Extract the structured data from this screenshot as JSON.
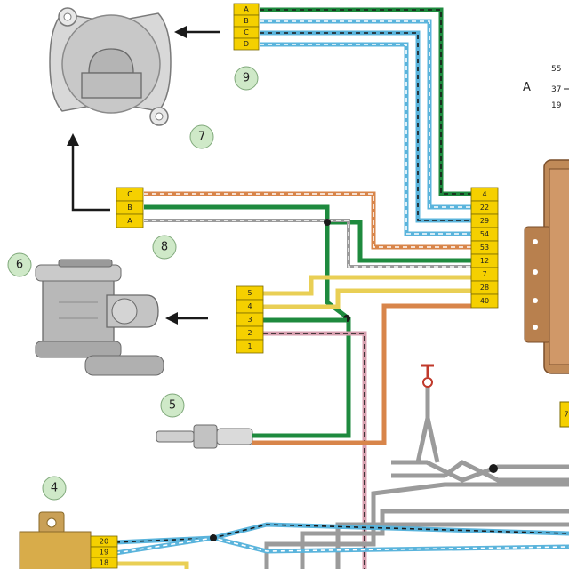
{
  "colors": {
    "connector": "#f5d000",
    "bubble": "#cfe9c8",
    "green": "#1e8a3e",
    "blue": "#5ab4dc",
    "orange": "#d8854a",
    "yellow_wire": "#e9cf55",
    "grey": "#9b9b9b",
    "black": "#1a1a1a",
    "ecu": "#b07a4a"
  },
  "callouts": {
    "c4": "4",
    "c5": "5",
    "c6": "6",
    "c7": "7",
    "c8": "8",
    "c9": "9"
  },
  "connector_9": {
    "pins": [
      "A",
      "B",
      "C",
      "D"
    ]
  },
  "connector_8": {
    "pins": [
      "C",
      "B",
      "A"
    ]
  },
  "connector_6": {
    "pins": [
      "5",
      "4",
      "3",
      "2",
      "1"
    ]
  },
  "ecu_connector": {
    "pins": [
      "4",
      "22",
      "29",
      "54",
      "53",
      "12",
      "7",
      "28",
      "40"
    ]
  },
  "relay_connector": {
    "pins": [
      "20",
      "19",
      "18"
    ]
  },
  "side_note": {
    "letter": "A",
    "lines": [
      "55",
      "37",
      "19"
    ]
  },
  "right_edge_pin": "7",
  "icons": [
    "arrow-left-icon",
    "arrow-up-icon",
    "fuse-icon"
  ]
}
